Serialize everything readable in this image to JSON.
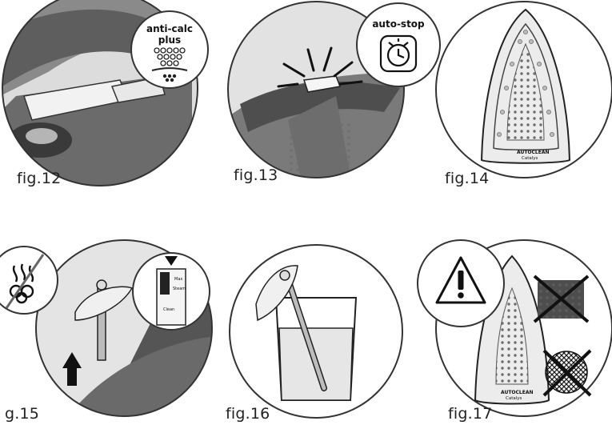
{
  "figures": [
    {
      "label": "fig.12",
      "badge_line1": "anti-calc",
      "badge_line2": "plus"
    },
    {
      "label": "fig.13",
      "badge_line1": "auto-stop"
    },
    {
      "label": "fig.14",
      "brand": "AUTOCLEAN",
      "sub": "Catalys"
    },
    {
      "label": "g.15",
      "scale_top": "Max",
      "scale_mid": "Steam",
      "scale_bot": "Clean"
    },
    {
      "label": "fig.16"
    },
    {
      "label": "fig.17",
      "brand": "AUTOCLEAN",
      "sub": "Catalys"
    }
  ]
}
